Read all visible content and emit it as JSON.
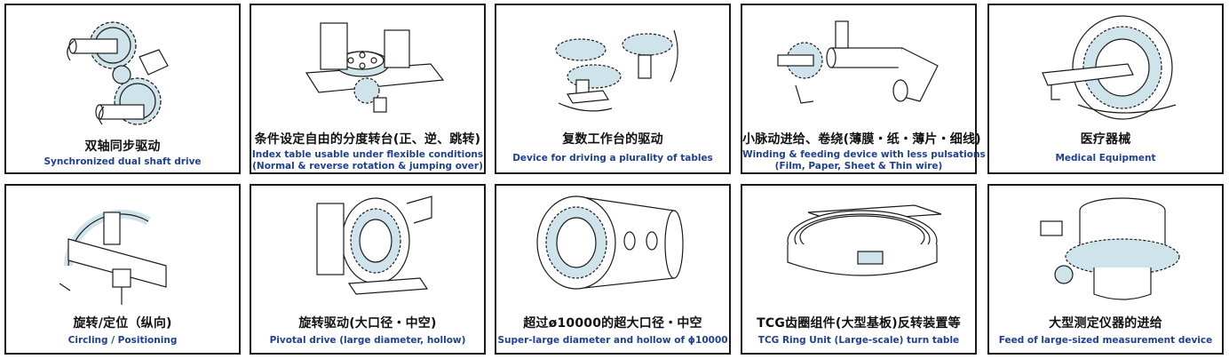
{
  "colors": {
    "gear_fill": "#cfe3ea",
    "line": "#1a1a1a",
    "english": "#1f3f8f",
    "border": "#1a1a1a"
  },
  "cards": [
    {
      "cn": "双轴同步驱动",
      "en1": "Synchronized dual shaft drive",
      "en2": ""
    },
    {
      "cn": "条件设定自由的分度转台(正、逆、跳转)",
      "en1": "Index table usable under flexible conditions",
      "en2": "(Normal & reverse rotation & jumping over)"
    },
    {
      "cn": "复数工作台的驱动",
      "en1": "Device for driving a plurality of tables",
      "en2": ""
    },
    {
      "cn": "小脉动进给、卷绕(薄膜・纸・薄片・细线)",
      "en1": "Winding & feeding device with less pulsations",
      "en2": "(Film, Paper, Sheet & Thin wire)"
    },
    {
      "cn": "医疗器械",
      "en1": "Medical Equipment",
      "en2": ""
    },
    {
      "cn": "旋转/定位（纵向)",
      "en1": "Circling / Positioning",
      "en2": ""
    },
    {
      "cn": "旋转驱动(大口径・中空)",
      "en1": "Pivotal drive (large diameter, hollow)",
      "en2": ""
    },
    {
      "cn": "超过ø10000的超大口径・中空",
      "en1": "Super-large diameter and hollow of ϕ10000",
      "en2": ""
    },
    {
      "cn": "TCG齿圈组件(大型基板)反转装置等",
      "en1": "TCG Ring Unit (Large-scale) turn table",
      "en2": ""
    },
    {
      "cn": "大型测定仪器的进给",
      "en1": "Feed of large-sized measurement device",
      "en2": ""
    }
  ]
}
